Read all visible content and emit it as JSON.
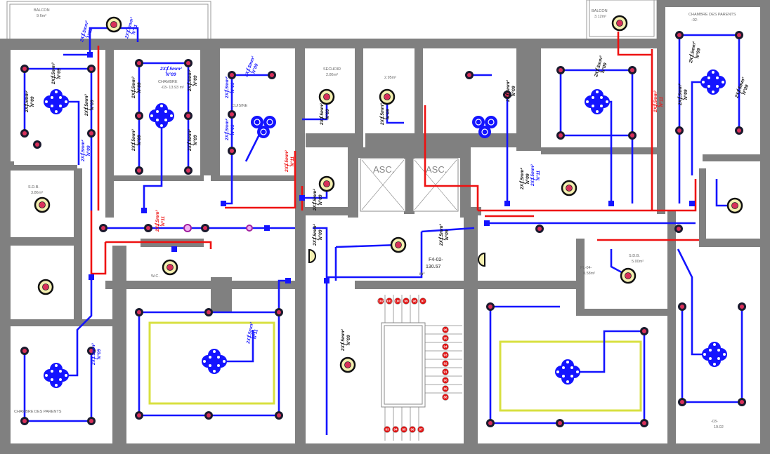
{
  "drawing": {
    "colors": {
      "wall": "#808080",
      "lighting_circuit": "#1414ff",
      "power_circuit": "#ee1111",
      "fixture_ring": "#f5efb0",
      "fixture_center": "#d8305a",
      "ceiling_light": "#1a1a2e",
      "frame_highlight": "#d8e040"
    },
    "rooms": [
      {
        "name": "BALCON",
        "area": "9.6m²"
      },
      {
        "name": "CHAMBRE",
        "area": "-03-  13.93 m²"
      },
      {
        "name": "CUISINE",
        "area": ""
      },
      {
        "name": "SECHOIR",
        "area": "2.86m²"
      },
      {
        "name": "",
        "area": "2.95m²"
      },
      {
        "name": "BALCON",
        "area": "3.12m²"
      },
      {
        "name": "CHAMBRE DES PARENTS",
        "area": "-02-"
      },
      {
        "name": "S.D.B.",
        "area": "3.86m²"
      },
      {
        "name": "W.C.",
        "area": ""
      },
      {
        "name": "S.D.B.",
        "area": "5.00m²"
      },
      {
        "name": "PL-04-",
        "area": "0.58m²"
      },
      {
        "name": "CHAMBRE DES PARENTS",
        "area": ""
      },
      {
        "name": "-03-",
        "area": "19.02"
      }
    ],
    "elevators": [
      "ASC.",
      "ASC."
    ],
    "apartment": {
      "ref": "F4-02-",
      "area": "130.57",
      "unit": "m²"
    },
    "stair_numbers": {
      "top": [
        "102",
        "101",
        "100",
        "99",
        "98",
        "97"
      ],
      "right": [
        "96",
        "95",
        "94",
        "93",
        "92",
        "91",
        "90",
        "89",
        "88"
      ],
      "bottom": [
        "83",
        "84",
        "85",
        "86",
        "87"
      ]
    },
    "cable_labels": [
      {
        "section": "2X1.5mm²",
        "circuit": "N°11"
      },
      {
        "section": "2X1.5mm²",
        "circuit": "N°11"
      },
      {
        "section": "2X1.5mm²",
        "circuit": "N°09"
      },
      {
        "section": "2X1.5mm²",
        "circuit": "N°09"
      },
      {
        "section": "2X1.5mm²",
        "circuit": "N°09"
      },
      {
        "section": "2X1.5mm²",
        "circuit": "N°09"
      },
      {
        "section": "2X1.5mm²",
        "circuit": "N°09"
      },
      {
        "section": "2X1.5mm²",
        "circuit": "N°09"
      },
      {
        "section": "2X1.5mm²",
        "circuit": "N°09"
      },
      {
        "section": "2X1.5mm²",
        "circuit": "N°09"
      },
      {
        "section": "2X1.5mm²",
        "circuit": "N°09"
      },
      {
        "section": "2X1.5mm²",
        "circuit": "N°09"
      },
      {
        "section": "2X1.5mm²",
        "circuit": "N°09"
      },
      {
        "section": "2X1.5mm²",
        "circuit": "N°09"
      },
      {
        "section": "2X1.5mm²",
        "circuit": "N°09"
      },
      {
        "section": "2X1.5mm²",
        "circuit": "N°09"
      },
      {
        "section": "2X1.5mm²",
        "circuit": "N°09"
      },
      {
        "section": "2X1.5mm²",
        "circuit": "N°09"
      },
      {
        "section": "2X2.5mm²",
        "circuit": "N°11"
      },
      {
        "section": "2X2.5mm²",
        "circuit": "N°11"
      },
      {
        "section": "2X1.5mm²",
        "circuit": "N°09"
      },
      {
        "section": "2X1.5mm²",
        "circuit": "N°09"
      },
      {
        "section": "2X1.5mm²",
        "circuit": "N°09"
      },
      {
        "section": "2X1.5mm²",
        "circuit": "N°09"
      },
      {
        "section": "2X1.5mm²",
        "circuit": "N°09"
      },
      {
        "section": "2X1.5mm²",
        "circuit": "N°09"
      },
      {
        "section": "2X1.5mm²",
        "circuit": "N°09"
      },
      {
        "section": "2X1.5mm²",
        "circuit": "N°09"
      },
      {
        "section": "2X1.5mm²",
        "circuit": "N°11"
      },
      {
        "section": "2X1.5mm²",
        "circuit": "N°11"
      },
      {
        "section": "2X2.5mm²",
        "circuit": "N°11"
      },
      {
        "section": "2X1.5mm²",
        "circuit": "N°09"
      }
    ]
  }
}
